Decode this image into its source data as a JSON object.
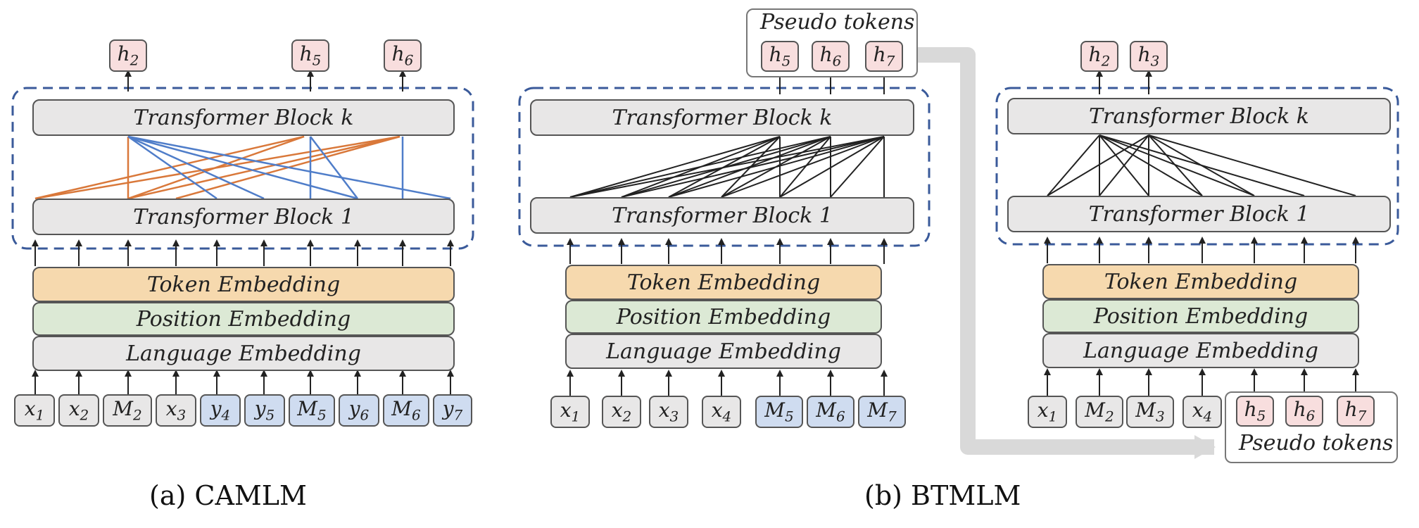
{
  "panel_a": {
    "outputs": [
      "h2",
      "h5",
      "h6"
    ],
    "block_top": "Transformer Block k",
    "block_bottom": "Transformer Block 1",
    "token_embedding": "Token Embedding",
    "position_embedding": "Position Embedding",
    "language_embedding": "Language Embedding",
    "inputs": [
      "x1",
      "x2",
      "M2",
      "x3",
      "y4",
      "y5",
      "M5",
      "y6",
      "M6",
      "y7"
    ],
    "caption": "(a)  CAMLM"
  },
  "panel_b_left": {
    "pseudo_label": "Pseudo tokens",
    "outputs": [
      "h5",
      "h6",
      "h7"
    ],
    "block_top": "Transformer Block k",
    "block_bottom": "Transformer Block 1",
    "token_embedding": "Token Embedding",
    "position_embedding": "Position Embedding",
    "language_embedding": "Language Embedding",
    "inputs": [
      "x1",
      "x2",
      "x3",
      "x4",
      "M5",
      "M6",
      "M7"
    ]
  },
  "panel_b_right": {
    "outputs": [
      "h2",
      "h3"
    ],
    "block_top": "Transformer Block k",
    "block_bottom": "Transformer Block 1",
    "token_embedding": "Token Embedding",
    "position_embedding": "Position Embedding",
    "language_embedding": "Language Embedding",
    "inputs": [
      "x1",
      "M2",
      "M3",
      "x4"
    ],
    "pseudo_tokens": [
      "h5",
      "h6",
      "h7"
    ],
    "pseudo_label": "Pseudo tokens",
    "caption": "(b)  BTMLM"
  },
  "colors": {
    "dashed_border": "#3a5a9a",
    "orange_line": "#d9783a",
    "blue_line": "#4f7dc9",
    "black_line": "#222222",
    "token_embedding_fill": "#f6d9ae",
    "position_embedding_fill": "#dce9d5",
    "mask_token_fill": "#cfdcf0",
    "pseudo_token_fill": "#f8dede"
  }
}
